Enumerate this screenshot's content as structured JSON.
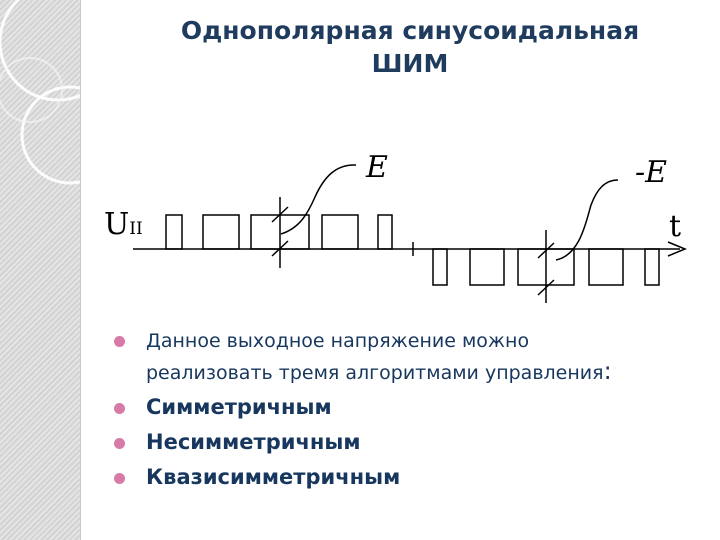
{
  "title_line1": "Однополярная синусоидальная",
  "title_line2": "ШИМ",
  "diagram": {
    "y_axis_label": "U",
    "y_axis_subscript": "II",
    "x_axis_label": "t",
    "label_pos": "E",
    "label_neg": "-E"
  },
  "bullets": {
    "intro_line1": "Данное выходное напряжение можно",
    "intro_line2": "реализовать тремя алгоритмами управления",
    "intro_colon": ":",
    "items": [
      "Симметричным",
      "Несимметричным",
      "Квазисимметричным"
    ]
  },
  "colors": {
    "title": "#1f3b5e",
    "text": "#17375e",
    "bullet": "#d77aa8"
  }
}
